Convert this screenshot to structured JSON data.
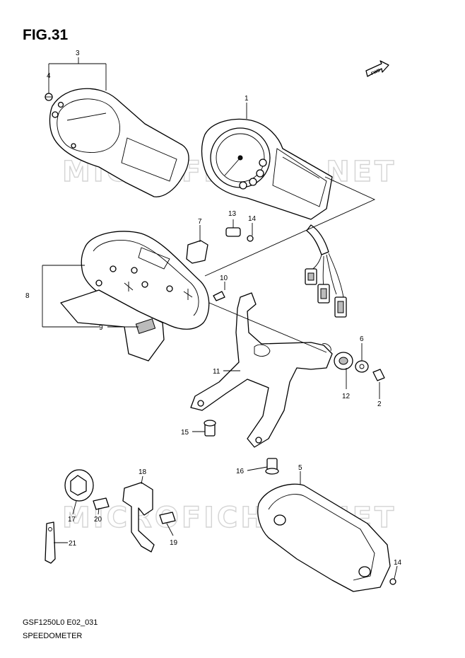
{
  "figure": {
    "title": "FIG.31"
  },
  "footer": {
    "code": "GSF1250L0 E02_031",
    "name": "SPEEDOMETER"
  },
  "watermark": {
    "text": "MICROFICHES.NET"
  },
  "badge": {
    "text": "FWD"
  },
  "callouts": [
    {
      "id": "c1",
      "label": "1"
    },
    {
      "id": "c2",
      "label": "2"
    },
    {
      "id": "c3",
      "label": "3"
    },
    {
      "id": "c4",
      "label": "4"
    },
    {
      "id": "c5",
      "label": "5"
    },
    {
      "id": "c6",
      "label": "6"
    },
    {
      "id": "c7",
      "label": "7"
    },
    {
      "id": "c8",
      "label": "8"
    },
    {
      "id": "c9",
      "label": "9"
    },
    {
      "id": "c10",
      "label": "10"
    },
    {
      "id": "c11",
      "label": "11"
    },
    {
      "id": "c12",
      "label": "12"
    },
    {
      "id": "c13",
      "label": "13"
    },
    {
      "id": "c14a",
      "label": "14"
    },
    {
      "id": "c14b",
      "label": "14"
    },
    {
      "id": "c15",
      "label": "15"
    },
    {
      "id": "c16",
      "label": "16"
    },
    {
      "id": "c17",
      "label": "17"
    },
    {
      "id": "c18",
      "label": "18"
    },
    {
      "id": "c19",
      "label": "19"
    },
    {
      "id": "c20",
      "label": "20"
    },
    {
      "id": "c21",
      "label": "21"
    }
  ]
}
